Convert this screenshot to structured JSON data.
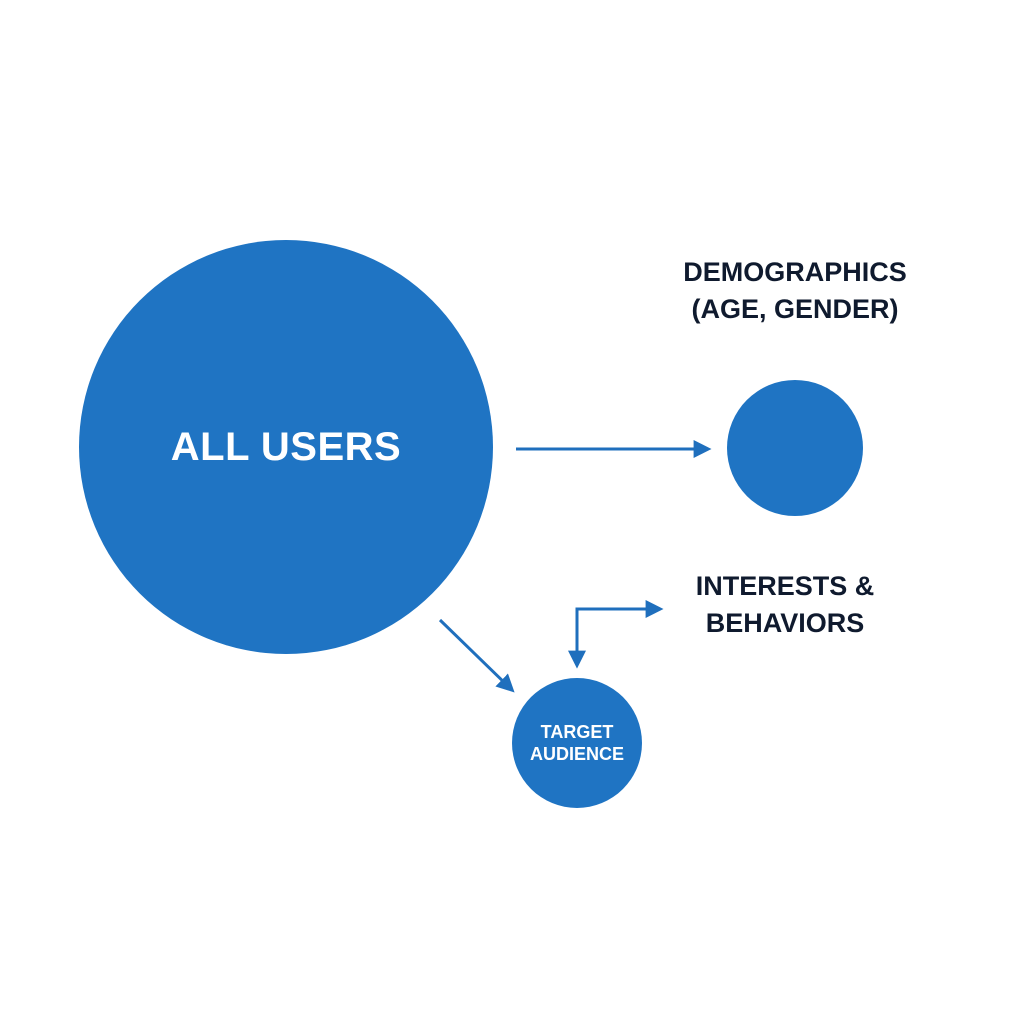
{
  "colors": {
    "circle_fill": "#1f74c3",
    "connector": "#1f6fbd",
    "label_dark": "#0f1a2e",
    "background": "#ffffff"
  },
  "nodes": {
    "all_users": {
      "label": "ALL USERS"
    },
    "demographics": {
      "label_line1": "DEMOGRAPHICS",
      "label_line2": "(AGE, GENDER)"
    },
    "interests": {
      "label_line1": "INTERESTS &",
      "label_line2": "BEHAVIORS"
    },
    "target_audience": {
      "label_line1": "TARGET",
      "label_line2": "AUDIENCE"
    }
  },
  "connectors": [
    {
      "from": "all_users",
      "to": "demographics",
      "style": "straight-arrow"
    },
    {
      "from": "all_users",
      "to": "target_audience",
      "style": "diagonal-arrow"
    },
    {
      "from": "interests",
      "to": "target_audience",
      "style": "elbow-double-arrow"
    }
  ]
}
